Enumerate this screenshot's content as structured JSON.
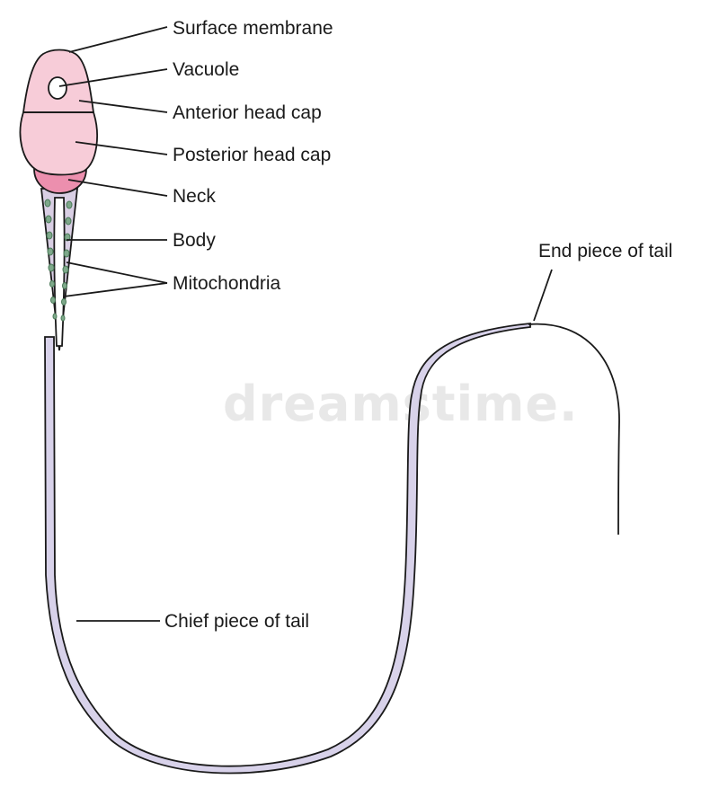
{
  "labels": {
    "surface_membrane": "Surface membrane",
    "vacuole": "Vacuole",
    "anterior_head_cap": "Anterior head cap",
    "posterior_head_cap": "Posterior head cap",
    "neck": "Neck",
    "body": "Body",
    "mitochondria": "Mitochondria",
    "end_piece_of_tail": "End piece of tail",
    "chief_piece_of_tail": "Chief piece of tail"
  },
  "watermark": "dreamstime.",
  "colors": {
    "head_fill": "#f7ccd8",
    "head_fill_dark": "#f4bfce",
    "neck_fill": "#ec8fae",
    "body_fill": "#d9cfe4",
    "tail_fill": "#d8d2ea",
    "mitochondria_fill": "#7ea88a",
    "mitochondria_stroke": "#4a7a58",
    "line_color": "#1a1a1a"
  }
}
